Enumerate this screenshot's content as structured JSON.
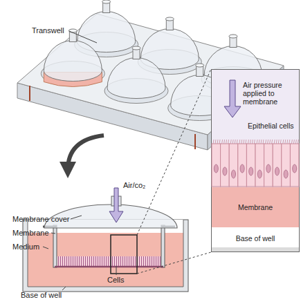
{
  "diagram": {
    "nodes": [
      {
        "text": [
          "Air pressure applied to membrane"
        ]
      },
      {
        "text": [
          "Epithelial cells"
        ],
        "in": 0
      },
      {
        "text": [
          "Membrane"
        ],
        "in": 0
      },
      {
        "text": [
          "Base of well"
        ],
        "in": 0
      }
    ],
    "labels": [
      "Transwell",
      "Air/co₂",
      "Membrane cover",
      "Membrane",
      "Medium",
      "Cells",
      "Base of well"
    ]
  }
}
